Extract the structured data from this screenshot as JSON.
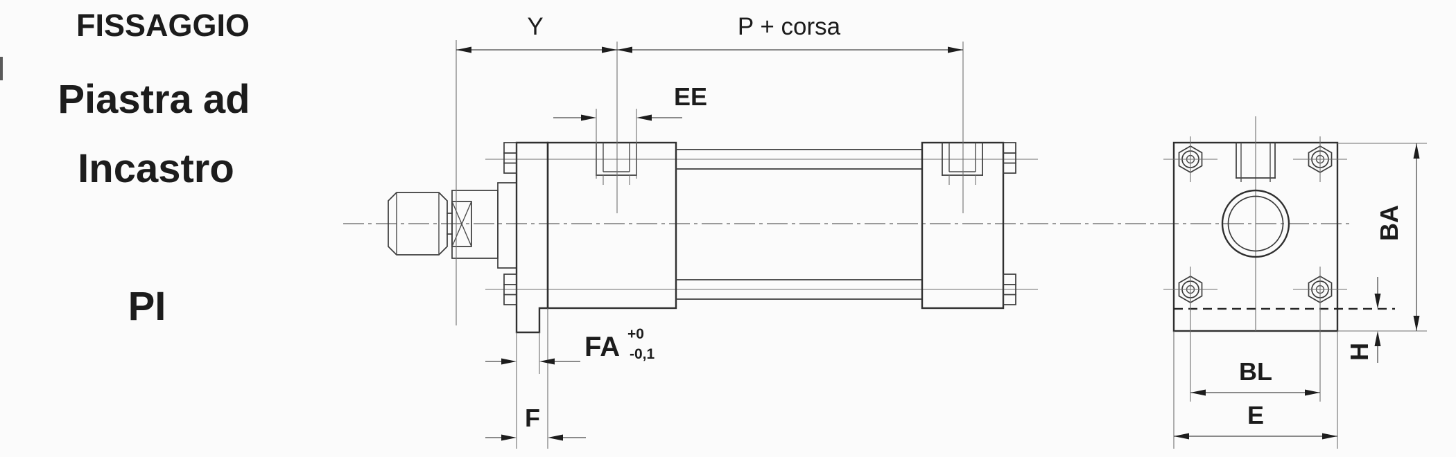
{
  "meta": {
    "type": "technical-drawing",
    "subject": "pneumatic cylinder mounting - flush mounting plate",
    "language": "it"
  },
  "title_block": {
    "heading": "FISSAGGIO",
    "name_line1": "Piastra ad",
    "name_line2": "Incastro",
    "code": "PI"
  },
  "dim_labels": {
    "y": "Y",
    "p_corsa": "P + corsa",
    "ee": "EE",
    "fa": "FA",
    "fa_tol_upper": "+0",
    "fa_tol_lower": "-0,1",
    "f": "F",
    "ba": "BA",
    "h": "H",
    "bl": "BL",
    "e": "E"
  },
  "views": {
    "side_view": "cilindro - vista laterale",
    "end_view": "piastra - vista frontale"
  },
  "colors": {
    "background": "#fbfbfb",
    "outline": "#2f2f2f",
    "dimension_line": "#474747",
    "centerline": "#8a8a8a",
    "text": "#1c1c1c"
  }
}
